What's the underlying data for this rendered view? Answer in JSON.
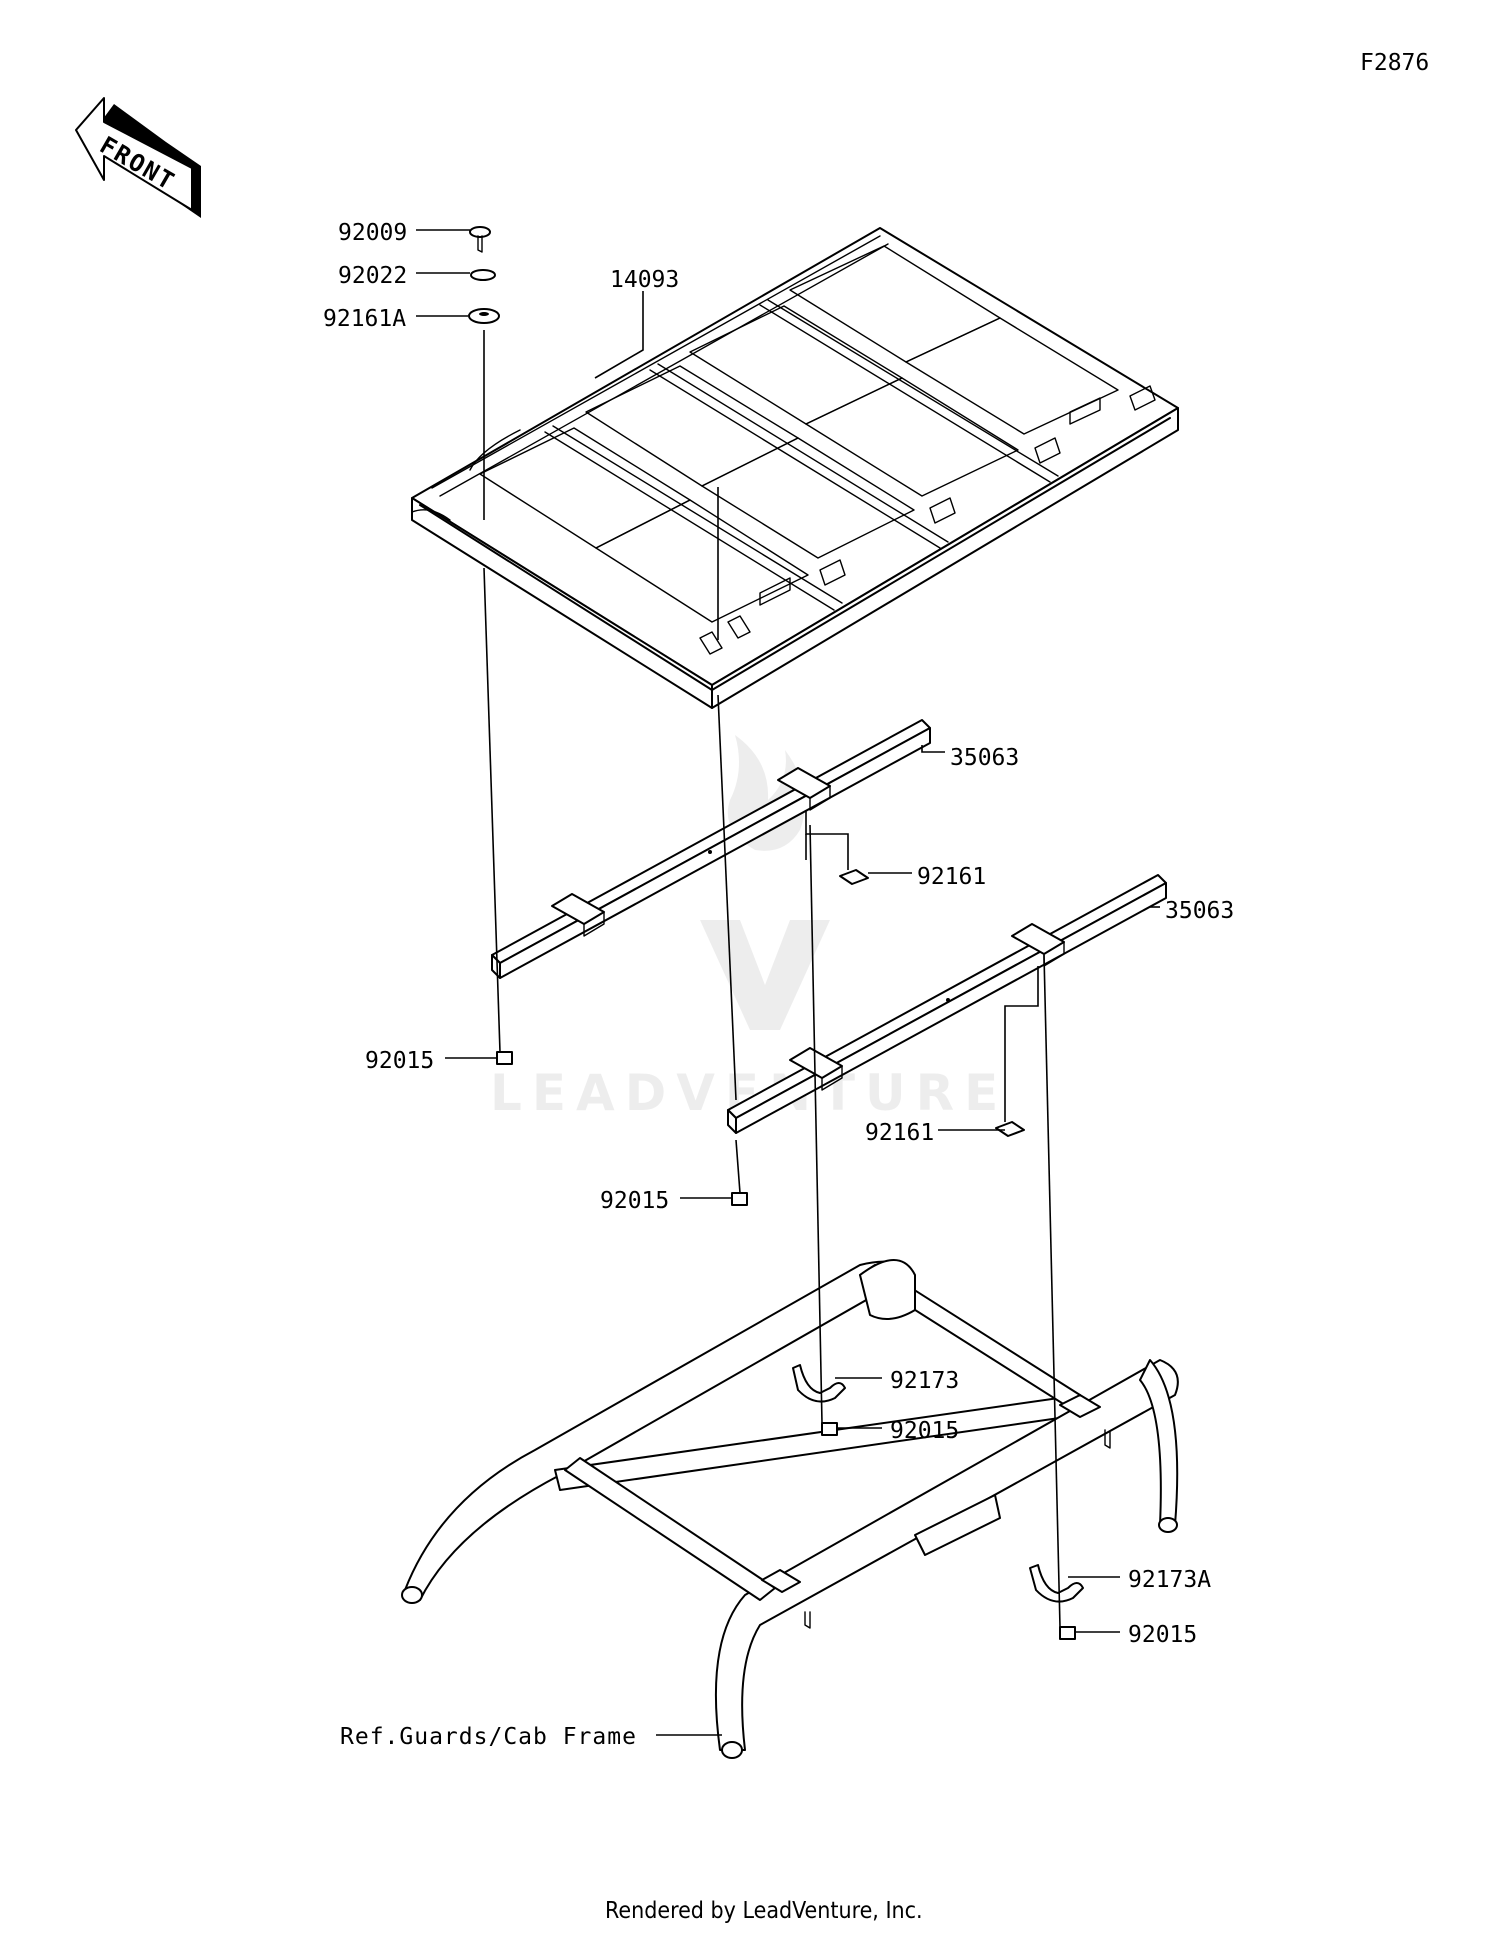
{
  "figure_code": "F2876",
  "front_arrow": {
    "text": "FRONT",
    "icon": "front-arrow-icon"
  },
  "parts": {
    "p92009": "92009",
    "p92022": "92022",
    "p92161A": "92161A",
    "p14093": "14093",
    "p35063_upper": "35063",
    "p35063_lower": "35063",
    "p92161_upper": "92161",
    "p92161_lower": "92161",
    "p92015_left": "92015",
    "p92015_mid": "92015",
    "p92173": "92173",
    "p92015_center": "92015",
    "p92173A": "92173A",
    "p92015_right": "92015"
  },
  "reference_note": "Ref.Guards/Cab Frame",
  "footer": "Rendered by LeadVenture, Inc.",
  "watermark": "LEADVENTURE"
}
